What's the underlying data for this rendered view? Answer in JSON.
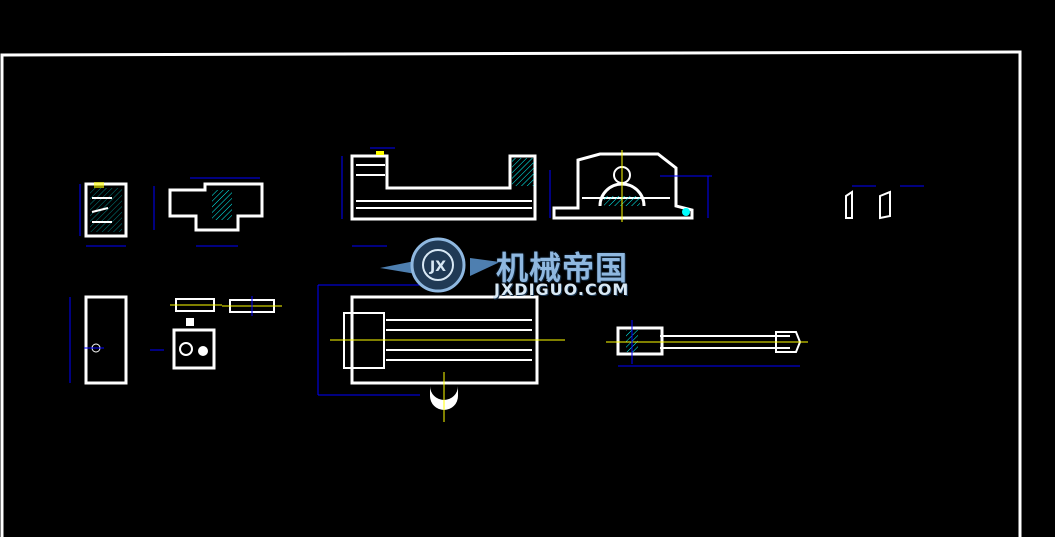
{
  "watermark": {
    "monogram": "JX",
    "name_cn": "机械帝国",
    "url": "JXDIGUO.COM"
  },
  "colors": {
    "background": "#000000",
    "frame": "#ffffff",
    "part_outline": "#ffffff",
    "dimension": "#0000ff",
    "section_hatch": "#00ffff",
    "highlight": "#ffff00",
    "watermark": "#8fb8e0"
  }
}
